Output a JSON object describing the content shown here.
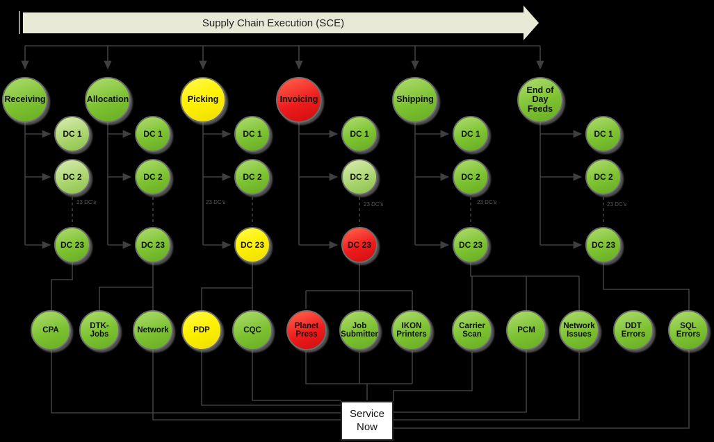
{
  "banner": {
    "title": "Supply Chain Execution (SCE)"
  },
  "dc_count_label": "23 DC's",
  "status_colors": {
    "green": "#7cc230",
    "green_light": "#b5db85",
    "yellow": "#fff200",
    "red": "#ee1c1c",
    "line": "#3f3f3f",
    "banner_fill": "#e9e9d8",
    "service_now_bg": "#ffffff"
  },
  "pipeline": [
    {
      "label": "Receiving",
      "status": "green"
    },
    {
      "label": "Allocation",
      "status": "green"
    },
    {
      "label": "Picking",
      "status": "yellow"
    },
    {
      "label": "Invoicing",
      "status": "red"
    },
    {
      "label": "Shipping",
      "status": "green"
    },
    {
      "label": "End of Day Feeds",
      "status": "green"
    }
  ],
  "dc_nodes": {
    "receiving": [
      {
        "label": "DC 1",
        "status": "green-light"
      },
      {
        "label": "DC 2",
        "status": "green-light"
      },
      {
        "label": "DC 23",
        "status": "green"
      }
    ],
    "allocation": [
      {
        "label": "DC 1",
        "status": "green"
      },
      {
        "label": "DC 2",
        "status": "green"
      },
      {
        "label": "DC 23",
        "status": "green"
      }
    ],
    "picking": [
      {
        "label": "DC 1",
        "status": "green"
      },
      {
        "label": "DC 2",
        "status": "green"
      },
      {
        "label": "DC 23",
        "status": "yellow"
      }
    ],
    "invoicing": [
      {
        "label": "DC 1",
        "status": "green"
      },
      {
        "label": "DC 2",
        "status": "green-light"
      },
      {
        "label": "DC 23",
        "status": "red"
      }
    ],
    "shipping": [
      {
        "label": "DC 1",
        "status": "green"
      },
      {
        "label": "DC 2",
        "status": "green"
      },
      {
        "label": "DC 23",
        "status": "green"
      }
    ],
    "eod": [
      {
        "label": "DC 1",
        "status": "green"
      },
      {
        "label": "DC 2",
        "status": "green"
      },
      {
        "label": "DC 23",
        "status": "green"
      }
    ]
  },
  "support": [
    {
      "label": "CPA",
      "status": "green"
    },
    {
      "label": "DTK-Jobs",
      "status": "green"
    },
    {
      "label": "Network",
      "status": "green"
    },
    {
      "label": "PDP",
      "status": "yellow"
    },
    {
      "label": "CQC",
      "status": "green"
    },
    {
      "label": "Planet Press",
      "status": "red"
    },
    {
      "label": "Job Submitter",
      "status": "green"
    },
    {
      "label": "IKON Printers",
      "status": "green"
    },
    {
      "label": "Carrier Scan",
      "status": "green"
    },
    {
      "label": "PCM",
      "status": "green"
    },
    {
      "label": "Network Issues",
      "status": "green"
    },
    {
      "label": "DDT Errors",
      "status": "green"
    },
    {
      "label": "SQL Errors",
      "status": "green"
    }
  ],
  "service_now": {
    "line1": "Service",
    "line2": "Now"
  }
}
